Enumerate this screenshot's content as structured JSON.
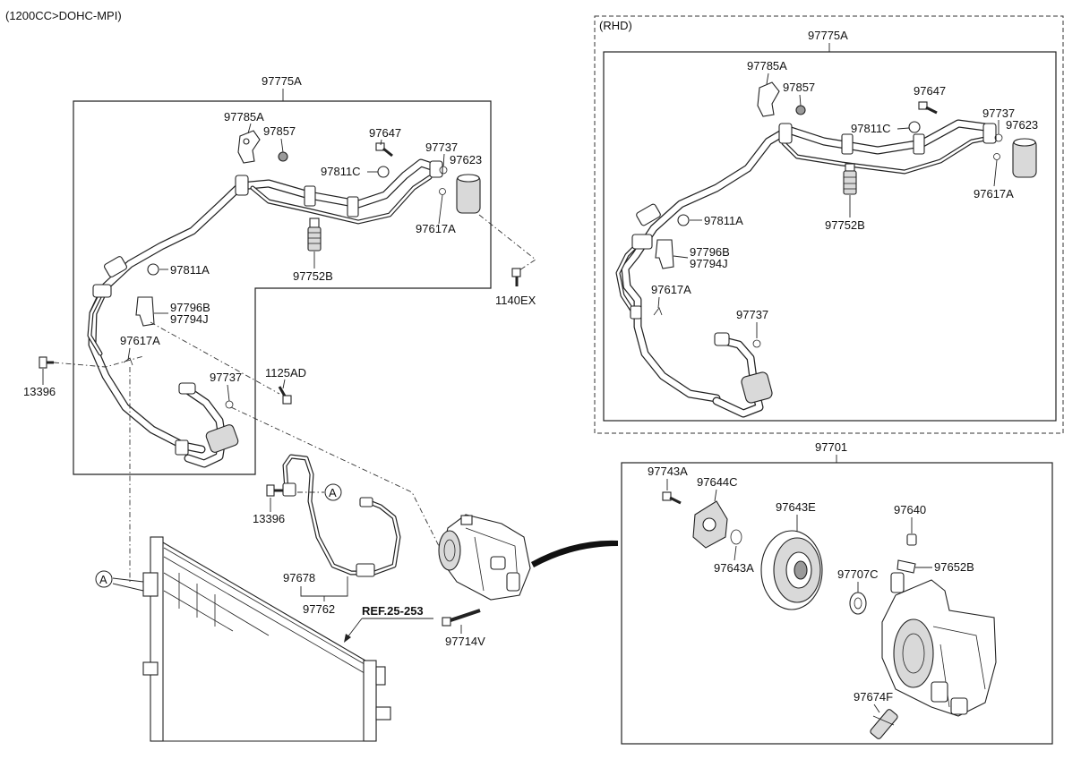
{
  "header": {
    "engine_spec": "(1200CC>DOHC-MPI)"
  },
  "rhd": {
    "tag": "(RHD)",
    "assembly": "97775A",
    "parts": [
      "97785A",
      "97857",
      "97647",
      "97737",
      "97623",
      "97811C",
      "97617A",
      "97752B",
      "97811A",
      "97796B",
      "97794J",
      "97617A",
      "97737"
    ]
  },
  "main": {
    "assembly": "97775A",
    "parts": [
      "97785A",
      "97857",
      "97647",
      "97737",
      "97623",
      "97811C",
      "97617A",
      "97752B",
      "1140EX",
      "97811A",
      "97796B",
      "97794J",
      "97617A",
      "97737",
      "1125AD",
      "13396"
    ]
  },
  "lower": {
    "parts": [
      "13396",
      "97678",
      "97762",
      "97714V"
    ],
    "ref": "REF.25-253",
    "connector_mark": "A"
  },
  "compressor": {
    "assembly": "97701",
    "parts": [
      "97743A",
      "97644C",
      "97643A",
      "97643E",
      "97640",
      "97652B",
      "97707C",
      "97674F"
    ]
  },
  "icons": [
    "condenser",
    "compressor",
    "clutch-pulley",
    "receiver-drier",
    "hose-assembly"
  ]
}
